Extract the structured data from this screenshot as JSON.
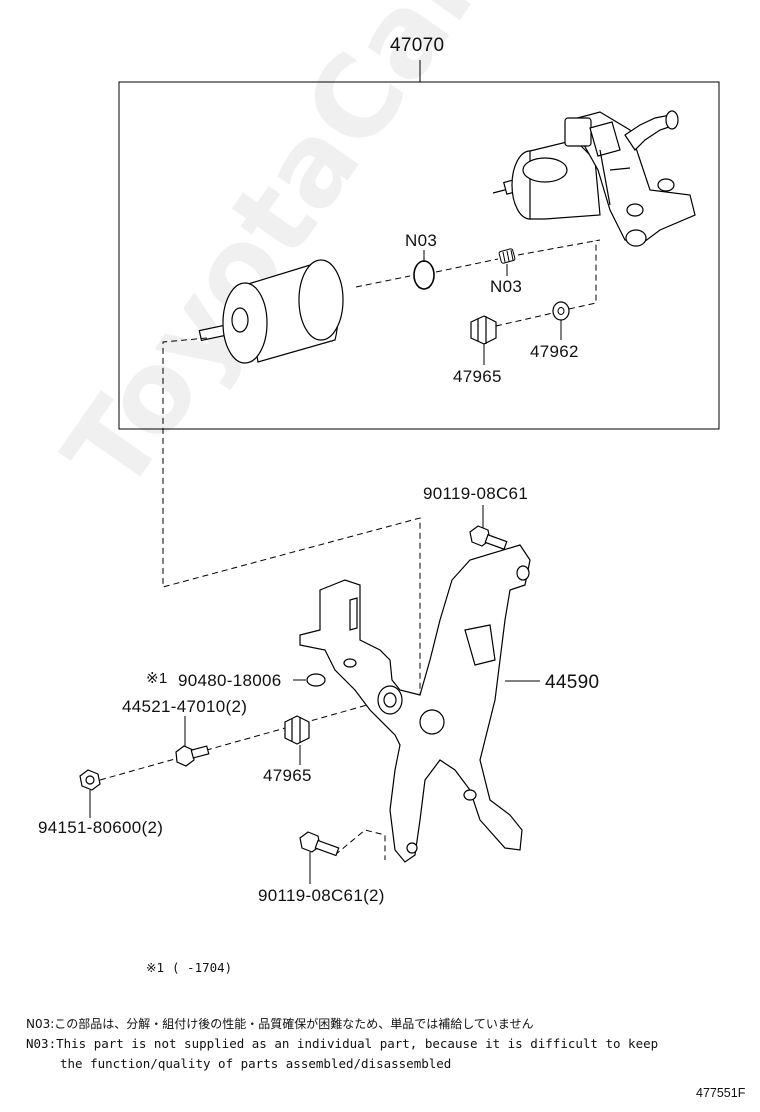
{
  "watermark": "ToyotaCarMine.ru",
  "parts": {
    "assembly": "47070",
    "n03_top": "N03",
    "n03_bottom": "N03",
    "p47962": "47962",
    "p47965_top": "47965",
    "bolt_top": "90119-08C61",
    "washer_mark": "※1",
    "washer": "90480-18006",
    "bolt_side": "44521-47010(2)",
    "bracket": "44590",
    "p47965_bottom": "47965",
    "nut": "94151-80600(2)",
    "bolt_bottom": "90119-08C61(2)"
  },
  "notes": {
    "footnote_mark": "※1",
    "footnote_range": "(    -1704)",
    "n03_jp": "N03:この部品は、分解・組付け後の性能・品質確保が困難なため、単品では補給していません",
    "n03_en_line1": "N03:This part is not supplied as an individual part, because it is difficult to keep",
    "n03_en_line2": "the function/quality of parts assembled/disassembled"
  },
  "figure_id": "477551F"
}
